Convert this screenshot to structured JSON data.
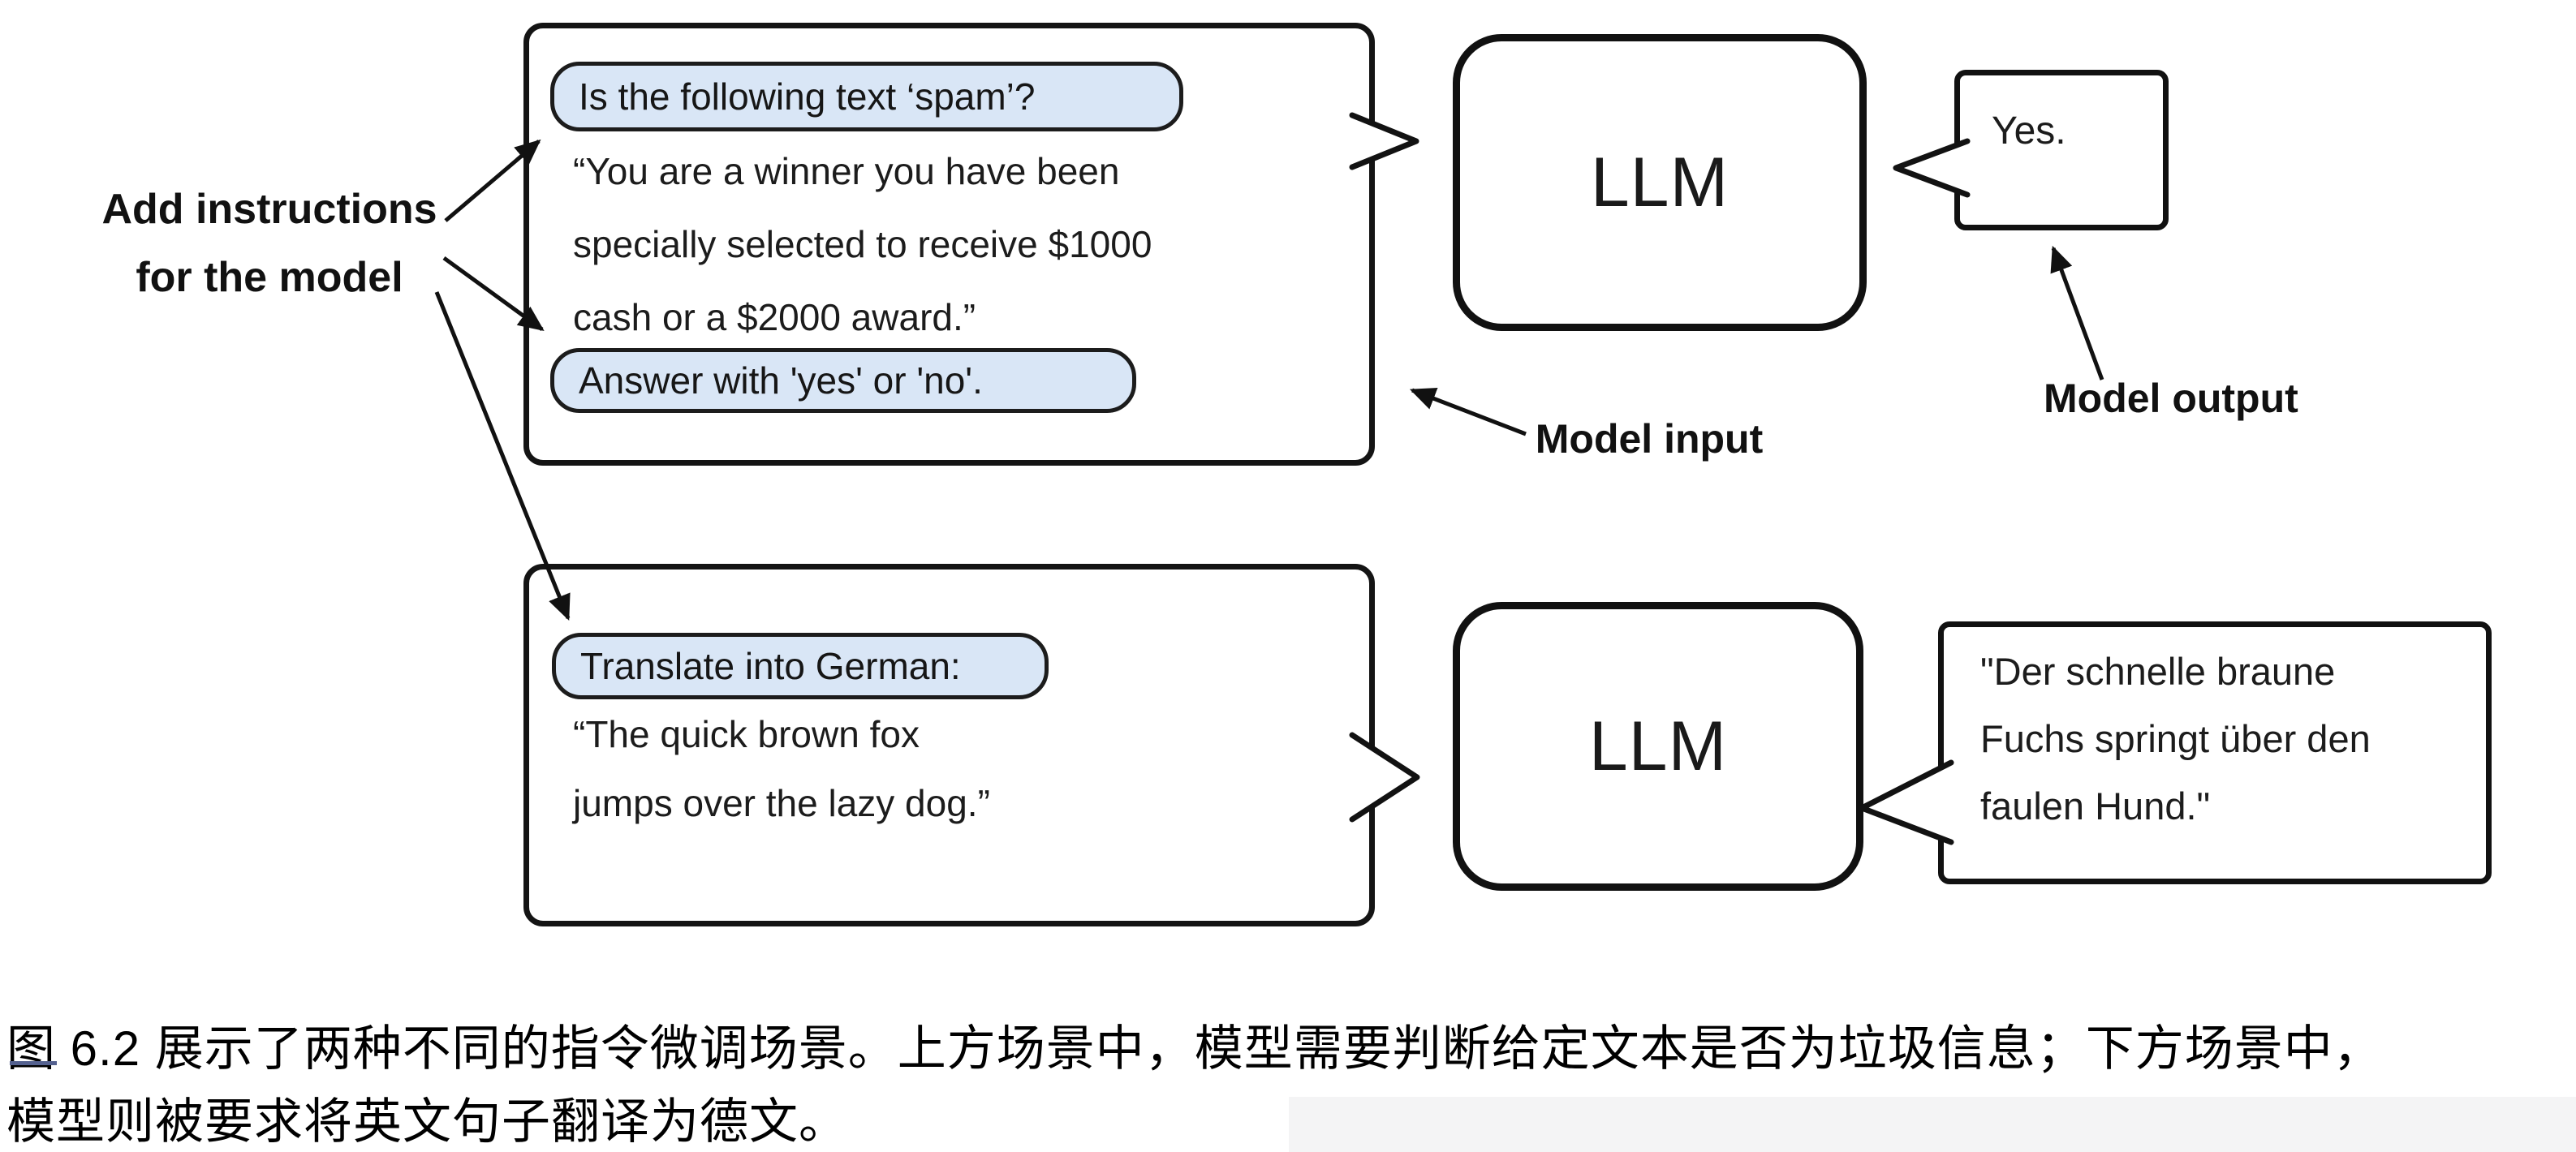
{
  "diagram": {
    "add_instructions_label": {
      "line1": "Add instructions",
      "line2": "for the model"
    },
    "model_input_label": "Model input",
    "model_output_label": "Model output",
    "spam_scenario": {
      "instruction_pill_top": "Is the following text ‘spam’?",
      "input_lines": [
        "“You are a winner you have been",
        "specially selected to receive $1000",
        "cash or a $2000 award.”"
      ],
      "instruction_pill_bottom": "Answer with 'yes' or 'no'.",
      "llm_label": "LLM",
      "output_text": "Yes."
    },
    "translation_scenario": {
      "instruction_pill": "Translate into German:",
      "input_lines": [
        "“The quick brown fox",
        "jumps over the lazy dog.”"
      ],
      "llm_label": "LLM",
      "output_lines": [
        "\"Der schnelle braune",
        "Fuchs springt über den",
        "faulen Hund.\""
      ]
    },
    "colors": {
      "pill_fill": "#d9e6f6",
      "ink": "#141414",
      "background": "#ffffff"
    }
  },
  "caption": {
    "line1": "图 6.2 展示了两种不同的指令微调场景。上方场景中，模型需要判断给定文本是否为垃圾信息；下方场景中，",
    "line2": "模型则被要求将英文句子翻译为德文。"
  }
}
